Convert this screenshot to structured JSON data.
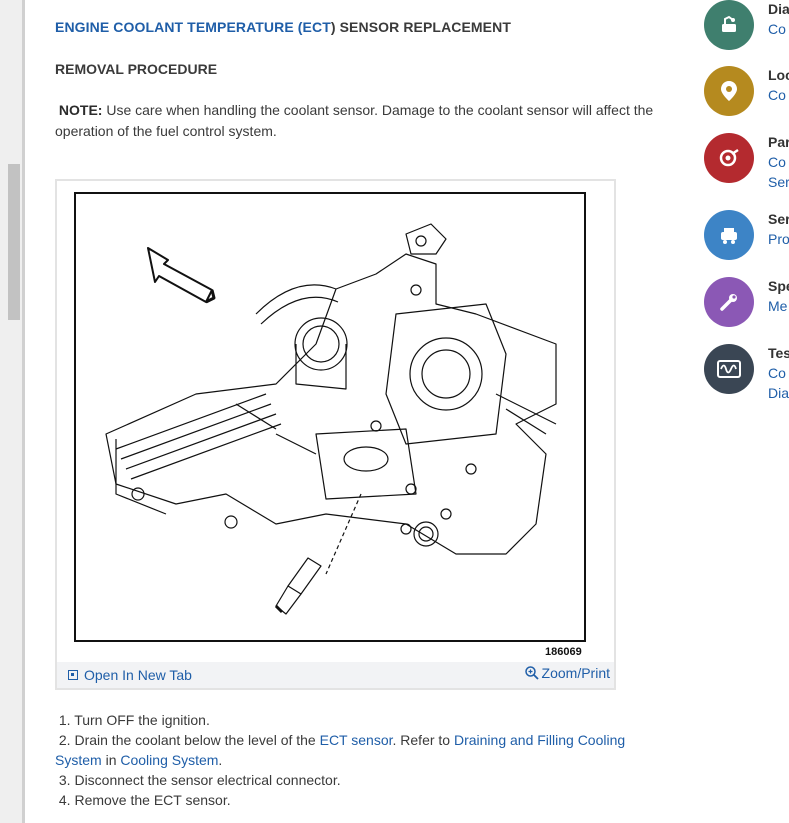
{
  "article": {
    "title_prefix": "ENGINE COOLANT TEMPERATURE (",
    "title_abbr": "ECT",
    "title_suffix": ") SENSOR REPLACEMENT",
    "section_title": "REMOVAL PROCEDURE",
    "note_label": "NOTE:",
    "note_text": " Use care when handling the coolant sensor. Damage to the coolant sensor will affect the operation of the fuel control system."
  },
  "figure": {
    "number": "186069",
    "open_new_tab_label": "Open In New Tab",
    "zoom_print_label": "Zoom/Print"
  },
  "steps": {
    "s1": "1. Turn OFF the ignition.",
    "s2_a": "2. Drain the coolant below the level of the ",
    "s2_link1": "ECT sensor",
    "s2_b": ". Refer to ",
    "s2_link2": "Draining and Filling Cooling System",
    "s2_c": " in ",
    "s2_link3": "Cooling System",
    "s2_d": ".",
    "s3": "3. Disconnect the sensor electrical connector.",
    "s4": "4. Remove the ECT sensor."
  },
  "sidebar": {
    "items": [
      {
        "title": "Dia",
        "links": [
          "Co"
        ],
        "color": "#3f7f6e",
        "icon": "diagnostic-icon"
      },
      {
        "title": "Loc",
        "links": [
          "Co"
        ],
        "color": "#b58a1f",
        "icon": "location-pin-icon"
      },
      {
        "title": "Par",
        "links": [
          "Co",
          "Ser"
        ],
        "color": "#b42a2f",
        "icon": "parts-icon"
      },
      {
        "title": "Ser",
        "links": [
          "Pro"
        ],
        "color": "#3d84c6",
        "icon": "service-icon"
      },
      {
        "title": "Spe",
        "links": [
          "Me"
        ],
        "color": "#8b58b5",
        "icon": "specification-icon"
      },
      {
        "title": "Tes",
        "links": [
          "Co",
          "Dia"
        ],
        "color": "#3a4654",
        "icon": "test-waveform-icon"
      }
    ]
  }
}
